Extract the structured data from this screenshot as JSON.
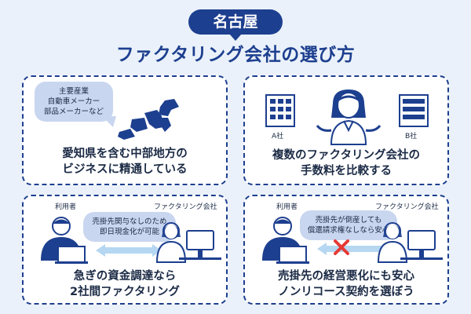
{
  "header": {
    "region": "名古屋",
    "title": "ファクタリング会社の選び方"
  },
  "cards": {
    "card1": {
      "bubble_lines": [
        "主要産業",
        "自動車メーカー",
        "部品メーカーなど"
      ],
      "caption_lines": [
        "愛知県を含む中部地方の",
        "ビジネスに精通している"
      ]
    },
    "card2": {
      "company_a": "A社",
      "company_b": "B社",
      "caption_lines": [
        "複数のファクタリング会社の",
        "手数料を比較する"
      ]
    },
    "card3": {
      "user_label": "利用者",
      "company_label": "ファクタリング会社",
      "bubble_lines": [
        "売掛先関与なしのため",
        "即日現金化が可能"
      ],
      "caption_lines": [
        "急ぎの資金調達なら",
        "2社間ファクタリング"
      ]
    },
    "card4": {
      "user_label": "利用者",
      "company_label": "ファクタリング会社",
      "bubble_lines": [
        "売掛先が倒産しても",
        "償還請求権なしなら安心"
      ],
      "caption_lines": [
        "売掛先の経営悪化にも安心",
        "ノンリコース契約を選ぼう"
      ]
    }
  },
  "colors": {
    "navy": "#1d3f8f",
    "light_blue": "#c9d6f0",
    "arrow_blue": "#b5d7f2",
    "cross_red": "#e53935",
    "background": "#eaf1fa"
  }
}
